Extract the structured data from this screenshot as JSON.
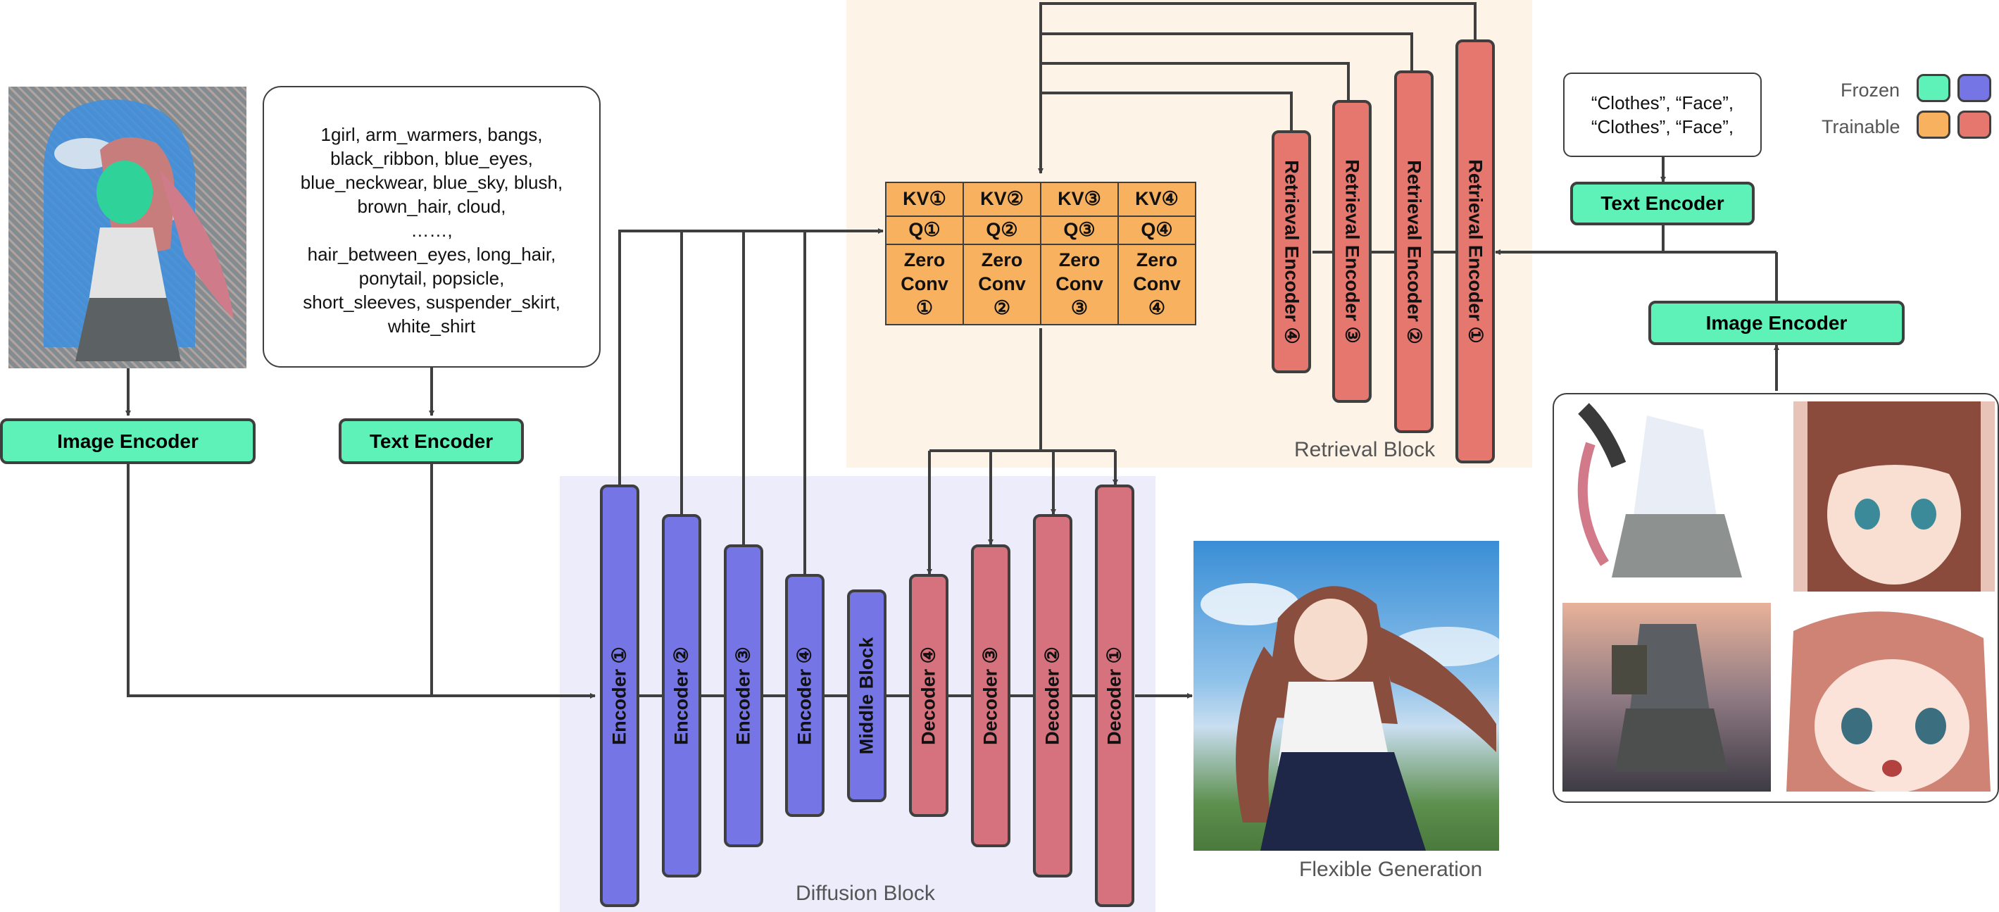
{
  "legend": {
    "frozen": "Frozen",
    "trainable": "Trainable",
    "colors": {
      "frozen_a": "#5ff2b8",
      "frozen_b": "#7675e6",
      "trainable_a": "#f8b15e",
      "trainable_b": "#e6776f"
    }
  },
  "left": {
    "image_encoder": "Image Encoder",
    "text_encoder": "Text Encoder",
    "prompt": "1girl, arm_warmers, bangs,\nblack_ribbon, blue_eyes,\nblue_neckwear, blue_sky, blush,\nbrown_hair, cloud,\n……,\nhair_between_eyes, long_hair,\nponytail, popsicle,\nshort_sleeves, suspender_skirt,\nwhite_shirt"
  },
  "diffusion": {
    "label": "Diffusion Block",
    "encoders": [
      "Encoder ①",
      "Encoder ②",
      "Encoder ③",
      "Encoder ④"
    ],
    "middle": "Middle Block",
    "decoders": [
      "Decoder ④",
      "Decoder ③",
      "Decoder ②",
      "Decoder ①"
    ]
  },
  "retrieval": {
    "label": "Retrieval Block",
    "kv": [
      "KV①",
      "KV②",
      "KV③",
      "KV④"
    ],
    "q": [
      "Q①",
      "Q②",
      "Q③",
      "Q④"
    ],
    "zero_conv": [
      "Zero\nConv\n①",
      "Zero\nConv\n②",
      "Zero\nConv\n③",
      "Zero\nConv\n④"
    ],
    "encoders": [
      "Retrieval Encoder ④",
      "Retrieval Encoder ③",
      "Retrieval Encoder ②",
      "Retrieval Encoder ①"
    ]
  },
  "right": {
    "query_text": "“Clothes”, “Face”,\n“Clothes”, “Face”,",
    "text_encoder": "Text Encoder",
    "image_encoder": "Image Encoder"
  },
  "output": {
    "label": "Flexible Generation"
  }
}
